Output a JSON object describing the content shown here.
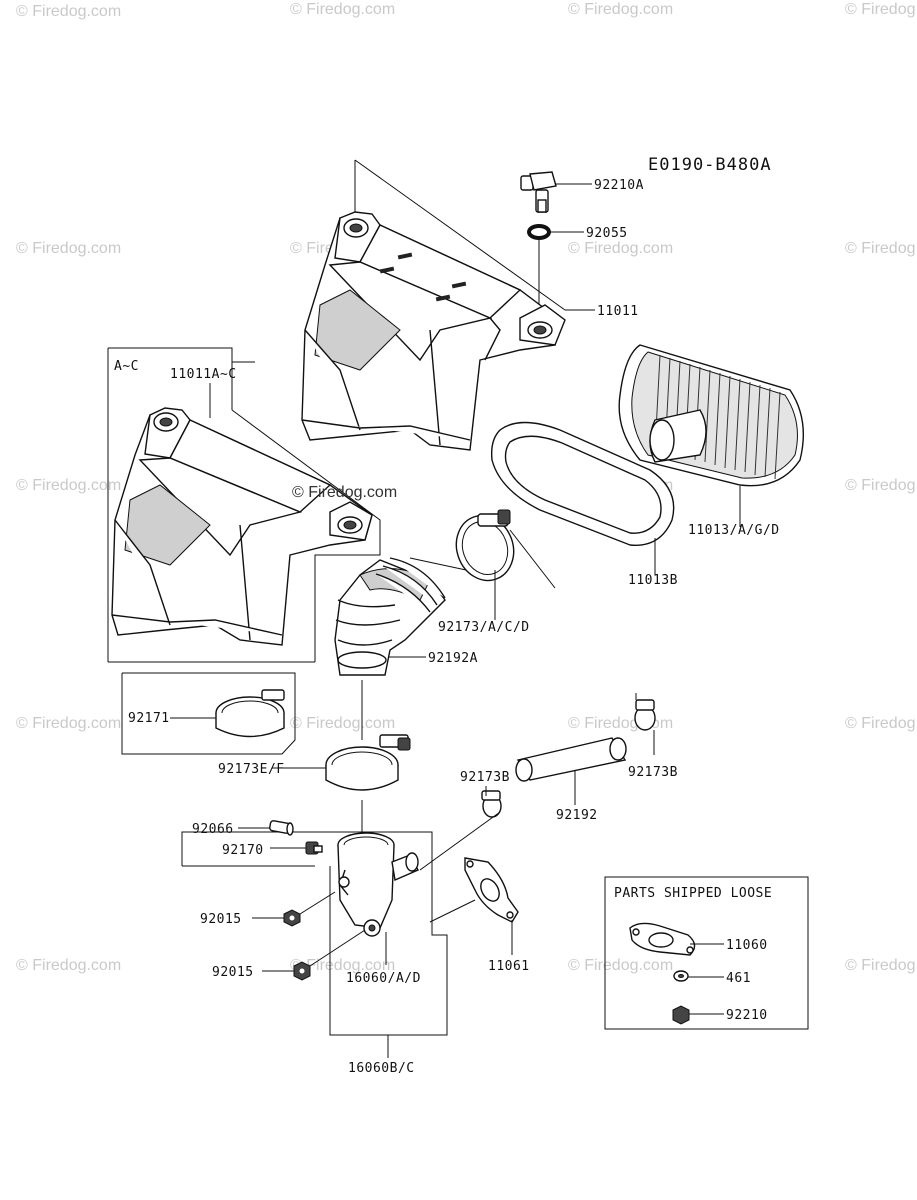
{
  "diagram_code": "E0190-B480A",
  "watermark_text": "© Firedog.com",
  "center_watermark": "© Firedog.com",
  "inset_ac": {
    "corner_label": "A~C",
    "part_label": "11011A~C"
  },
  "loose_box": {
    "title": "PARTS SHIPPED LOOSE",
    "parts": [
      "11060",
      "461",
      "92210"
    ]
  },
  "parts": {
    "p92210A": "92210A",
    "p92055": "92055",
    "p11011": "11011",
    "p11013AGD": "11013/A/G/D",
    "p11013B": "11013B",
    "p92173ACD": "92173/A/C/D",
    "p92192A": "92192A",
    "p92171": "92171",
    "p92173EF": "92173E/F",
    "p92173B_left": "92173B",
    "p92173B_right": "92173B",
    "p92192": "92192",
    "p92066": "92066",
    "p92170": "92170",
    "p92015_upper": "92015",
    "p92015_lower": "92015",
    "p16060AD": "16060/A/D",
    "p16060BC": "16060B/C",
    "p11061": "11061"
  }
}
